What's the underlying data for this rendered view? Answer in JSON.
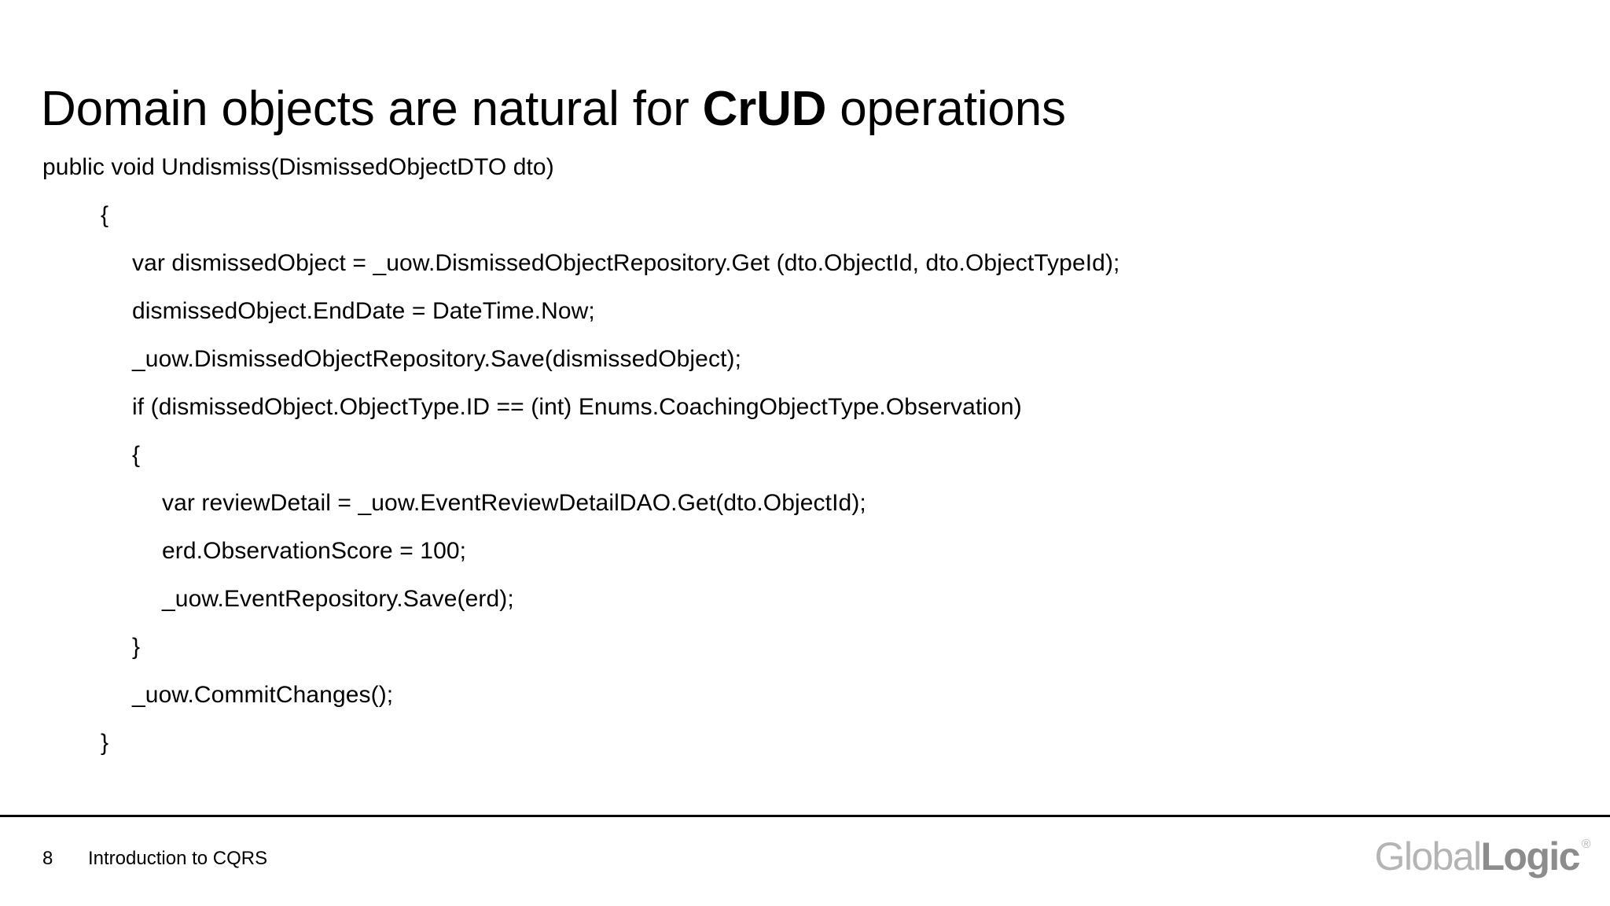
{
  "slide": {
    "title": {
      "before": "Domain objects are natural for ",
      "emphasis": "CrUD",
      "after": " operations"
    },
    "code": {
      "lines": [
        {
          "indent": 0,
          "text": "public void Undismiss(DismissedObjectDTO dto)"
        },
        {
          "indent": 1,
          "text": "{"
        },
        {
          "indent": 2,
          "text": "var dismissedObject = _uow.DismissedObjectRepository.Get (dto.ObjectId, dto.ObjectTypeId);"
        },
        {
          "indent": 2,
          "text": "dismissedObject.EndDate = DateTime.Now;"
        },
        {
          "indent": 2,
          "text": "_uow.DismissedObjectRepository.Save(dismissedObject);"
        },
        {
          "indent": 2,
          "text": "if (dismissedObject.ObjectType.ID == (int) Enums.CoachingObjectType.Observation)"
        },
        {
          "indent": 2,
          "text": "{"
        },
        {
          "indent": 3,
          "text": "var reviewDetail = _uow.EventReviewDetailDAO.Get(dto.ObjectId);"
        },
        {
          "indent": 3,
          "text": "erd.ObservationScore = 100;"
        },
        {
          "indent": 3,
          "text": "_uow.EventRepository.Save(erd);"
        },
        {
          "indent": 2,
          "text": "}"
        },
        {
          "indent": 2,
          "text": "_uow.CommitChanges();"
        },
        {
          "indent": 1,
          "text": "}"
        }
      ]
    },
    "footer": {
      "page_number": "8",
      "deck_title": "Introduction to CQRS",
      "logo": {
        "part_light": "Global",
        "part_bold": "Logic",
        "registered_mark": "®"
      }
    },
    "colors": {
      "background": "#ffffff",
      "text": "#000000",
      "rule": "#000000",
      "logo_light": "#b4b4b4",
      "logo_bold": "#8c8c8c"
    }
  }
}
